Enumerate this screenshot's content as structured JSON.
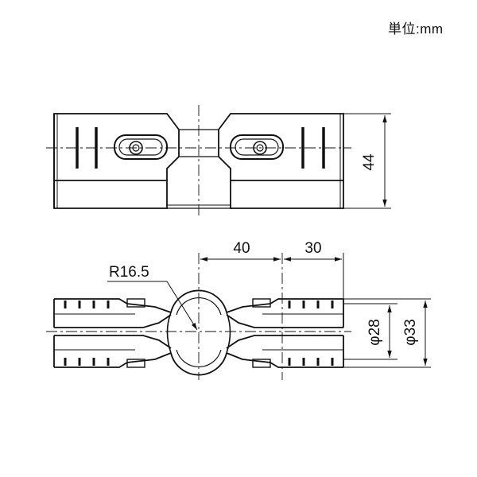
{
  "unit_label": "単位:mm",
  "dimensions": {
    "height": "44",
    "length_a": "40",
    "length_b": "30",
    "radius": "R16.5",
    "dia_inner": "φ28",
    "dia_outer": "φ33"
  }
}
